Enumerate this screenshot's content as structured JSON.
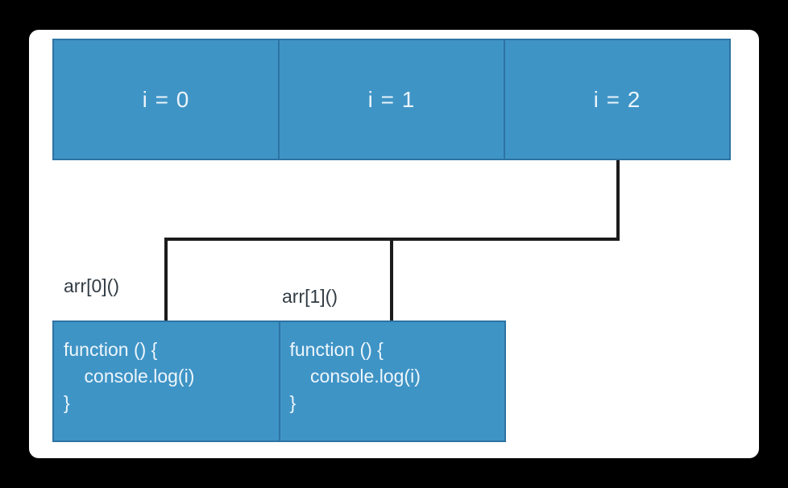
{
  "diagram": {
    "title_hint": "loop closure diagram",
    "iterations": [
      {
        "label": "i = 0"
      },
      {
        "label": "i = 1"
      },
      {
        "label": "i = 2"
      }
    ],
    "calls": [
      {
        "label": "arr[0]()"
      },
      {
        "label": "arr[1]()"
      }
    ],
    "functions": [
      {
        "lines": [
          "function () {",
          "    console.log(i)",
          "}"
        ]
      },
      {
        "lines": [
          "function () {",
          "    console.log(i)",
          "}"
        ]
      }
    ],
    "colors": {
      "page_bg": "#000000",
      "card_bg": "#ffffff",
      "box_fill": "#3f94c6",
      "box_border": "#2d73a3",
      "box_text": "#eef6fb",
      "connector": "#1b1b1b",
      "label_text": "#323c44"
    }
  }
}
